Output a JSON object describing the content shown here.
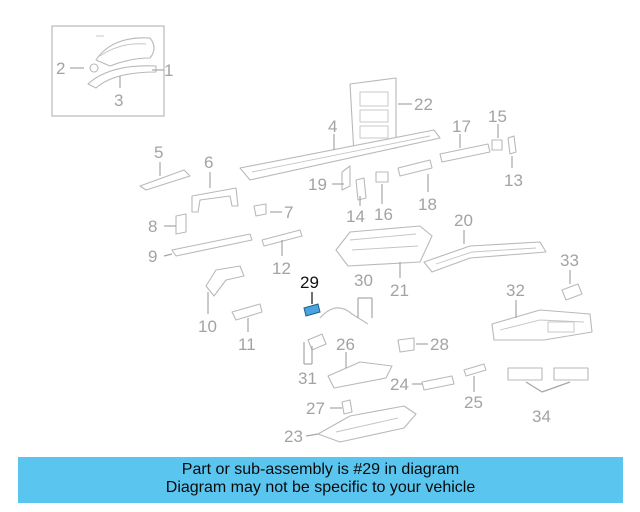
{
  "diagram": {
    "highlighted_part": "29",
    "callouts": [
      "1",
      "2",
      "3",
      "4",
      "5",
      "6",
      "7",
      "8",
      "9",
      "10",
      "11",
      "12",
      "13",
      "14",
      "15",
      "16",
      "17",
      "18",
      "19",
      "20",
      "21",
      "22",
      "23",
      "24",
      "25",
      "26",
      "27",
      "28",
      "29",
      "30",
      "31",
      "32",
      "33",
      "34"
    ],
    "colors": {
      "part_outline": "#b9b9b9",
      "callout_text": "#a3a3a3",
      "highlight_text": "#111111",
      "highlight_part_fill": "#4aa3df",
      "banner_background": "#5ac6f0"
    }
  },
  "banner": {
    "line1": "Part or sub-assembly is #29 in diagram",
    "line2": "Diagram may not be specific to your vehicle"
  }
}
